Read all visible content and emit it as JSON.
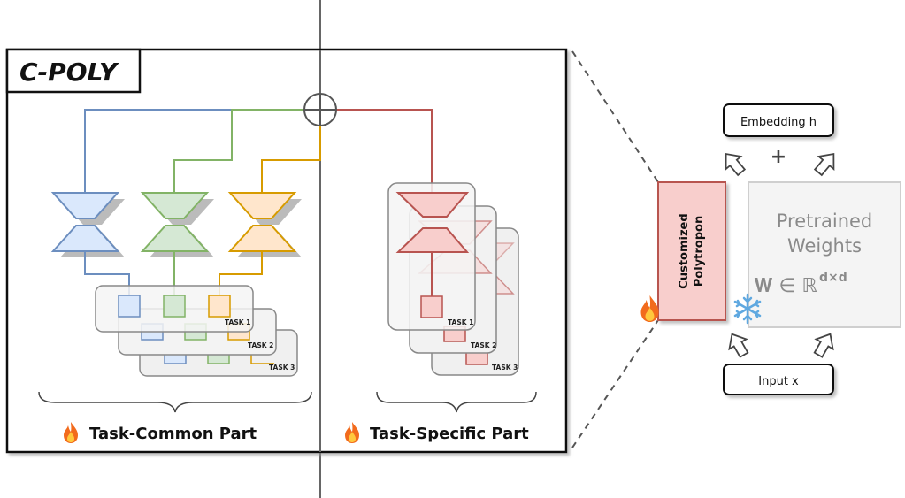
{
  "left_panel": {
    "title": "C-POLY",
    "bracket_common_label": "Task-Common Part",
    "bracket_specific_label": "Task-Specific Part",
    "task_labels": [
      "TASK 1",
      "TASK 2",
      "TASK 3"
    ]
  },
  "right_panel": {
    "embedding_label": "Embedding h",
    "plus_sign": "+",
    "adapter_label_line1": "Customized",
    "adapter_label_line2": "Polytropon",
    "pretrained_line1": "Pretrained",
    "pretrained_line2": "Weights",
    "pretrained_formula": "𝐖 ∈ ℝ",
    "pretrained_formula_sup": "d×d",
    "input_label": "Input x"
  },
  "colors": {
    "blue": "#6c8ebf",
    "blue_fill": "#dae8fc",
    "green": "#82b366",
    "green_fill": "#d5e8d4",
    "orange": "#d79b00",
    "orange_fill": "#ffe6cc",
    "red": "#b85450",
    "red_fill": "#f8cecc"
  },
  "icons": [
    "fire-icon",
    "snowflake-icon",
    "circle-plus-icon",
    "arrow-icon"
  ]
}
